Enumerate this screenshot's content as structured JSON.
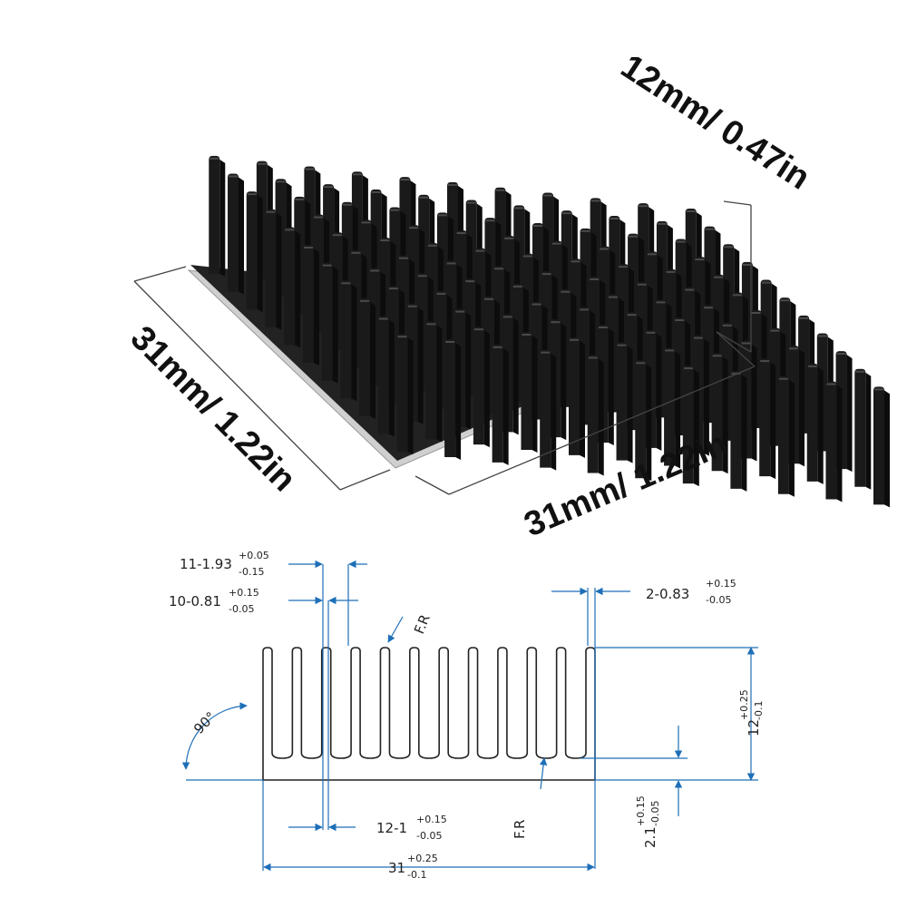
{
  "photo_labels": {
    "height": "12mm/ 0.47in",
    "width_left": "31mm/ 1.22in",
    "width_right": "31mm/ 1.22in"
  },
  "drawing": {
    "fin_pitch": {
      "base": "11-1.93",
      "sup": "+0.05",
      "sub": "-0.15"
    },
    "fin_gap": {
      "base": "10-0.81",
      "sup": "+0.15",
      "sub": "-0.05"
    },
    "edge_fin": {
      "base": "2-0.83",
      "sup": "+0.15",
      "sub": "-0.05"
    },
    "fillet_top": "F.R",
    "fillet_bottom": "F.R",
    "angle": "90°",
    "height": {
      "base": "12",
      "sup": "+0.25",
      "sub": "-0.1"
    },
    "base_thickness": {
      "base": "2.1",
      "sup": "+0.15",
      "sub": "-0.05"
    },
    "fin_width": {
      "base": "12-1",
      "sup": "+0.15",
      "sub": "-0.05"
    },
    "total_width": {
      "base": "31",
      "sup": "+0.25",
      "sub": "-0.1"
    }
  },
  "colors": {
    "heatsink": "#1a1a1a",
    "fin_top": "#4a4a4a",
    "dimension_line": "#1e6fb8",
    "outline": "#222222"
  }
}
